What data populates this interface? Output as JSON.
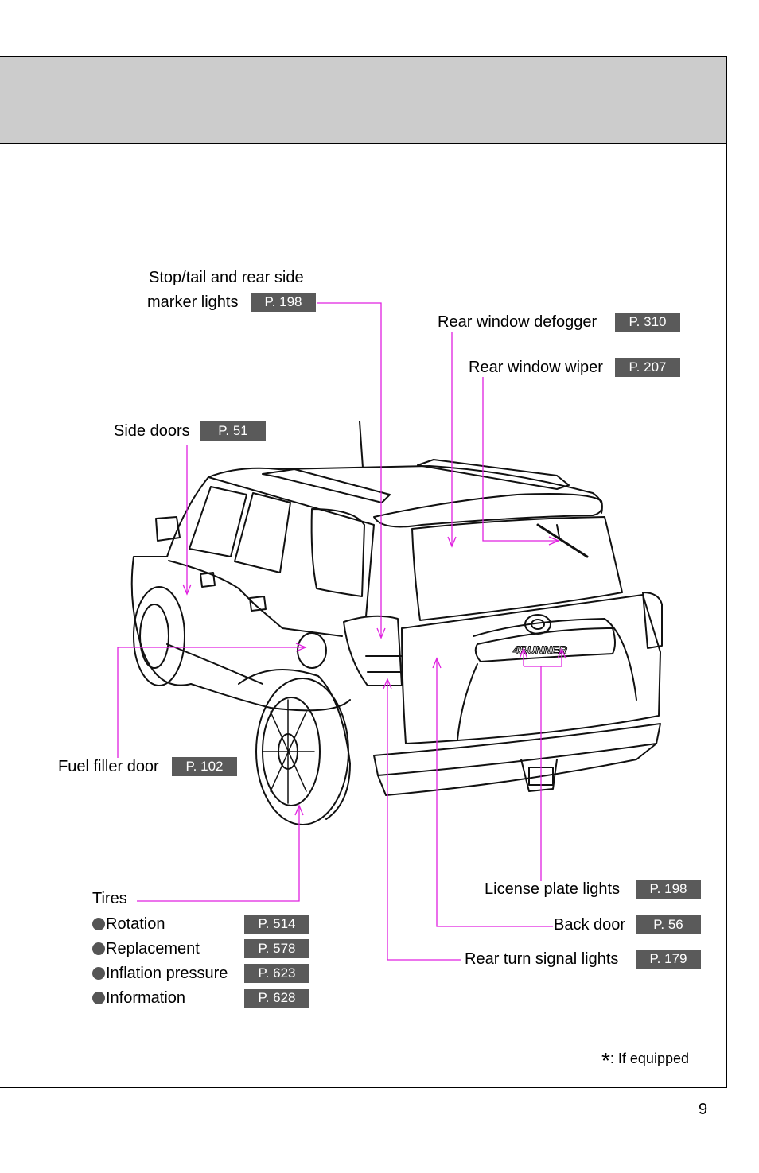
{
  "callouts": {
    "stop_tail": {
      "line1": "Stop/tail and rear side",
      "line2": "marker lights",
      "page": "P. 198"
    },
    "rear_defogger": {
      "label": "Rear window defogger",
      "page": "P. 310"
    },
    "rear_wiper": {
      "label": "Rear window wiper",
      "page": "P. 207"
    },
    "side_doors": {
      "label": "Side doors",
      "page": "P. 51"
    },
    "fuel_door": {
      "label": "Fuel filler door",
      "page": "P. 102"
    },
    "license_lights": {
      "label": "License plate lights",
      "page": "P. 198"
    },
    "back_door": {
      "label": "Back door",
      "page": "P. 56"
    },
    "rear_turn": {
      "label": "Rear turn signal lights",
      "page": "P. 179"
    }
  },
  "tires": {
    "title": "Tires",
    "items": [
      {
        "label": "Rotation",
        "page": "P. 514"
      },
      {
        "label": "Replacement",
        "page": "P. 578"
      },
      {
        "label": "Inflation pressure",
        "page": "P. 623"
      },
      {
        "label": "Information",
        "page": "P. 628"
      }
    ]
  },
  "vehicle_badge": "4RUNNER",
  "footnote": {
    "symbol": "*",
    "text": ": If equipped"
  },
  "page_number": "9",
  "colors": {
    "leader_line": "#e020e0",
    "ref_box": "#5a5a5a",
    "header_band": "#cccccc"
  }
}
